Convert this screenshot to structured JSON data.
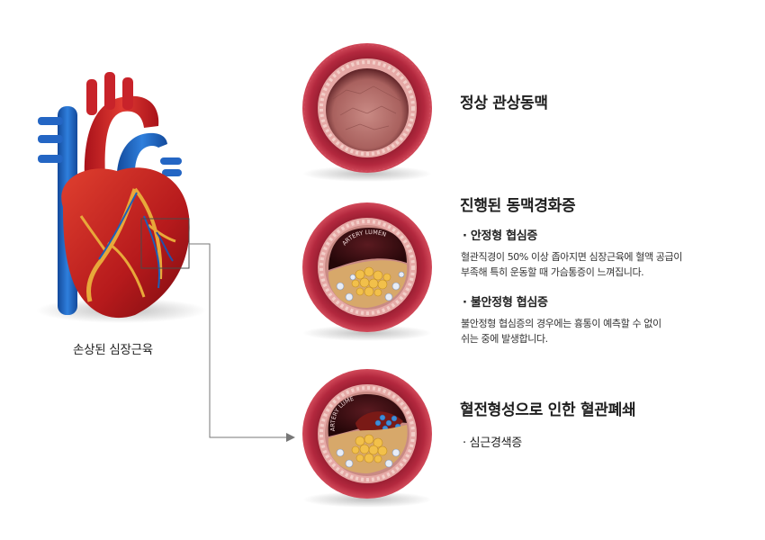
{
  "heart": {
    "label": "손상된 심장근육"
  },
  "artery_label": "ARTERY LUMEN",
  "stages": [
    {
      "title": "정상 관상동맥"
    },
    {
      "title": "진행된 동맥경화증",
      "items": [
        {
          "heading": "· 안정형 협심증",
          "lines": [
            "혈관직경이 50% 이상 좁아지면 심장근육에 혈액 공급이",
            "부족해 특히 운동할 때 가슴통증이 느껴집니다."
          ]
        },
        {
          "heading": "· 불안정형 협심증",
          "lines": [
            "불안정형 협심증의 경우에는 흉통이 예측할 수 없이",
            "쉬는 중에 발생합니다."
          ]
        }
      ]
    },
    {
      "title": "혈전형성으로 인한 혈관폐쇄",
      "items": [
        {
          "heading": "· 심근경색증"
        }
      ]
    }
  ],
  "colors": {
    "vessel_wall": "#b3283e",
    "vessel_inner": "#e6a9a6",
    "lumen": "#3a0e12",
    "plaque": "#f2c04a",
    "heart_red": "#c41d1e",
    "heart_blue": "#1d5fb8",
    "arrow": "#777777"
  }
}
